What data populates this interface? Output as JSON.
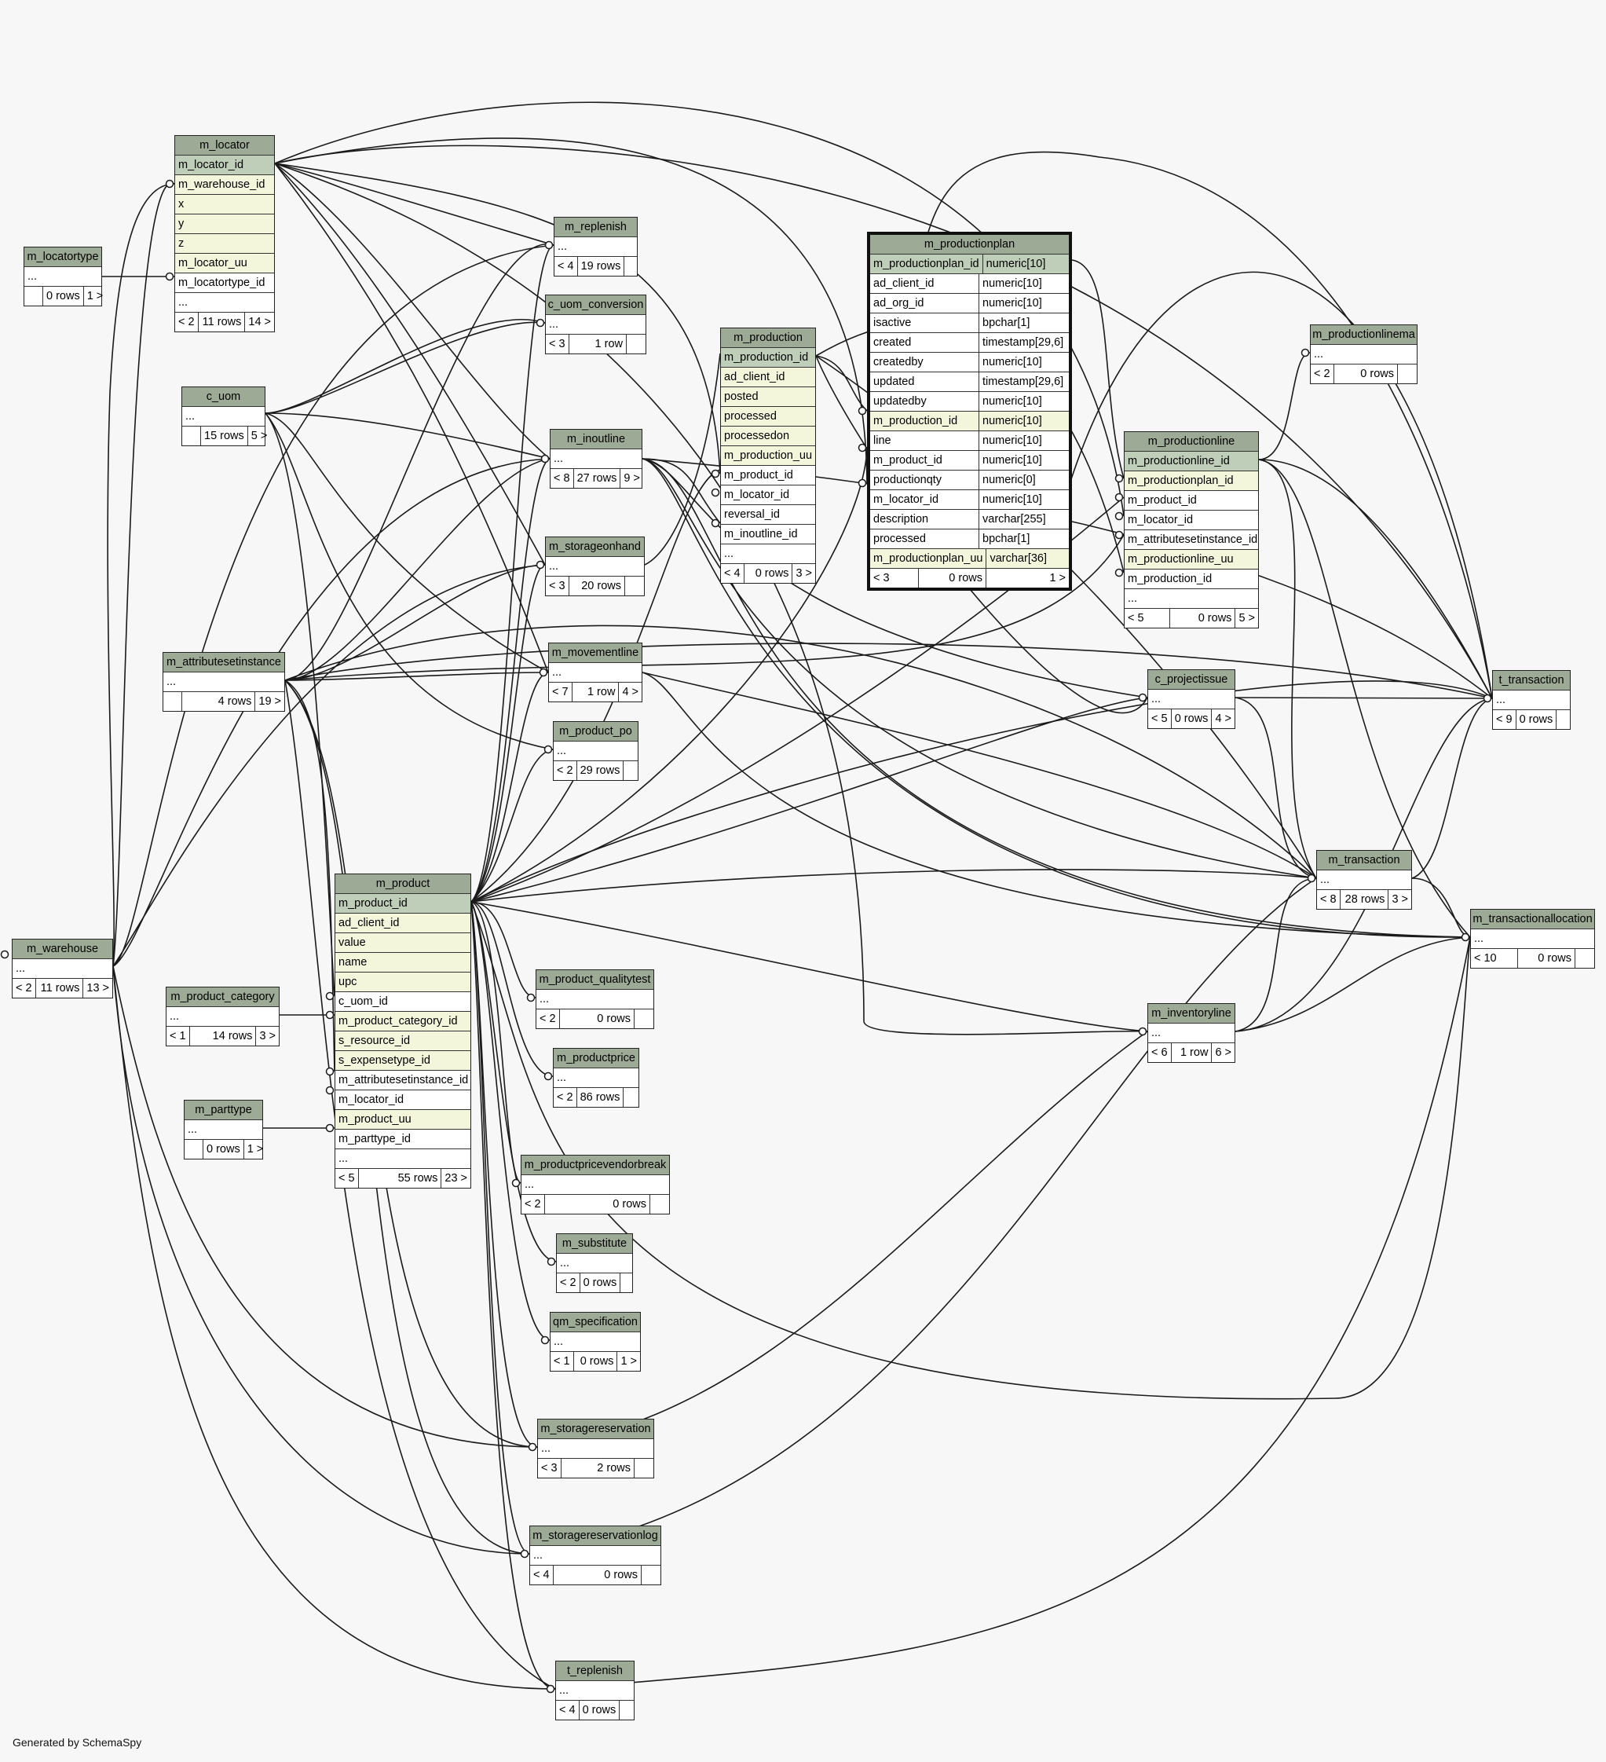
{
  "caption": "Generated by SchemaSpy",
  "tables": {
    "m_locatortype": {
      "name": "m_locatortype",
      "rows": [
        "..."
      ],
      "footer": [
        "",
        "0 rows",
        "1 >"
      ]
    },
    "m_locator": {
      "name": "m_locator",
      "rows": [
        "m_locator_id",
        "m_warehouse_id",
        "x",
        "y",
        "z",
        "m_locator_uu",
        "m_locatortype_id",
        "..."
      ],
      "footer": [
        "< 2",
        "11 rows",
        "14 >"
      ]
    },
    "c_uom": {
      "name": "c_uom",
      "rows": [
        "..."
      ],
      "footer": [
        "",
        "15 rows",
        "5 >"
      ]
    },
    "m_attributesetinstance": {
      "name": "m_attributesetinstance",
      "rows": [
        "..."
      ],
      "footer": [
        "",
        "4 rows",
        "19 >"
      ]
    },
    "m_warehouse": {
      "name": "m_warehouse",
      "rows": [
        "..."
      ],
      "footer": [
        "< 2",
        "11 rows",
        "13 >"
      ]
    },
    "m_product_category": {
      "name": "m_product_category",
      "rows": [
        "..."
      ],
      "footer": [
        "< 1",
        "14 rows",
        "3 >"
      ]
    },
    "m_parttype": {
      "name": "m_parttype",
      "rows": [
        "..."
      ],
      "footer": [
        "",
        "0 rows",
        "1 >"
      ]
    },
    "m_product": {
      "name": "m_product",
      "rows": [
        "m_product_id",
        "ad_client_id",
        "value",
        "name",
        "upc",
        "c_uom_id",
        "m_product_category_id",
        "s_resource_id",
        "s_expensetype_id",
        "m_attributesetinstance_id",
        "m_locator_id",
        "m_product_uu",
        "m_parttype_id",
        "..."
      ],
      "footer": [
        "< 5",
        "55 rows",
        "23 >"
      ]
    },
    "m_replenish": {
      "name": "m_replenish",
      "rows": [
        "..."
      ],
      "footer": [
        "< 4",
        "19 rows",
        ""
      ]
    },
    "c_uom_conversion": {
      "name": "c_uom_conversion",
      "rows": [
        "..."
      ],
      "footer": [
        "< 3",
        "1 row",
        ""
      ]
    },
    "m_inoutline": {
      "name": "m_inoutline",
      "rows": [
        "..."
      ],
      "footer": [
        "< 8",
        "27 rows",
        "9 >"
      ]
    },
    "m_storageonhand": {
      "name": "m_storageonhand",
      "rows": [
        "..."
      ],
      "footer": [
        "< 3",
        "20 rows",
        ""
      ]
    },
    "m_movementline": {
      "name": "m_movementline",
      "rows": [
        "..."
      ],
      "footer": [
        "< 7",
        "1 row",
        "4 >"
      ]
    },
    "m_product_po": {
      "name": "m_product_po",
      "rows": [
        "..."
      ],
      "footer": [
        "< 2",
        "29 rows",
        ""
      ]
    },
    "m_product_qualitytest": {
      "name": "m_product_qualitytest",
      "rows": [
        "..."
      ],
      "footer": [
        "< 2",
        "0 rows",
        ""
      ]
    },
    "m_productprice": {
      "name": "m_productprice",
      "rows": [
        "..."
      ],
      "footer": [
        "< 2",
        "86 rows",
        ""
      ]
    },
    "m_productpricevendorbreak": {
      "name": "m_productpricevendorbreak",
      "rows": [
        "..."
      ],
      "footer": [
        "< 2",
        "0 rows",
        ""
      ]
    },
    "m_substitute": {
      "name": "m_substitute",
      "rows": [
        "..."
      ],
      "footer": [
        "< 2",
        "0 rows",
        ""
      ]
    },
    "qm_specification": {
      "name": "qm_specification",
      "rows": [
        "..."
      ],
      "footer": [
        "< 1",
        "0 rows",
        "1 >"
      ]
    },
    "m_storagereservation": {
      "name": "m_storagereservation",
      "rows": [
        "..."
      ],
      "footer": [
        "< 3",
        "2 rows",
        ""
      ]
    },
    "m_storagereservationlog": {
      "name": "m_storagereservationlog",
      "rows": [
        "..."
      ],
      "footer": [
        "< 4",
        "0 rows",
        ""
      ]
    },
    "t_replenish": {
      "name": "t_replenish",
      "rows": [
        "..."
      ],
      "footer": [
        "< 4",
        "0 rows",
        ""
      ]
    },
    "m_production": {
      "name": "m_production",
      "rows": [
        "m_production_id",
        "ad_client_id",
        "posted",
        "processed",
        "processedon",
        "m_production_uu",
        "m_product_id",
        "m_locator_id",
        "reversal_id",
        "m_inoutline_id",
        "..."
      ],
      "footer": [
        "< 4",
        "0 rows",
        "3 >"
      ]
    },
    "m_productionplan": {
      "name": "m_productionplan",
      "rows": [
        "m_productionplan_id",
        "ad_client_id",
        "ad_org_id",
        "isactive",
        "created",
        "createdby",
        "updated",
        "updatedby",
        "m_production_id",
        "line",
        "m_product_id",
        "productionqty",
        "m_locator_id",
        "description",
        "processed",
        "m_productionplan_uu"
      ],
      "types": [
        "numeric[10]",
        "numeric[10]",
        "numeric[10]",
        "bpchar[1]",
        "timestamp[29,6]",
        "numeric[10]",
        "timestamp[29,6]",
        "numeric[10]",
        "numeric[10]",
        "numeric[10]",
        "numeric[10]",
        "numeric[0]",
        "numeric[10]",
        "varchar[255]",
        "bpchar[1]",
        "varchar[36]"
      ],
      "footer": [
        "< 3",
        "0 rows",
        "1 >"
      ]
    },
    "m_productionlinema": {
      "name": "m_productionlinema",
      "rows": [
        "..."
      ],
      "footer": [
        "< 2",
        "0 rows",
        ""
      ]
    },
    "m_productionline": {
      "name": "m_productionline",
      "rows": [
        "m_productionline_id",
        "m_productionplan_id",
        "m_product_id",
        "m_locator_id",
        "m_attributesetinstance_id",
        "m_productionline_uu",
        "m_production_id",
        "..."
      ],
      "footer": [
        "< 5",
        "0 rows",
        "5 >"
      ]
    },
    "c_projectissue": {
      "name": "c_projectissue",
      "rows": [
        "..."
      ],
      "footer": [
        "< 5",
        "0 rows",
        "4 >"
      ]
    },
    "t_transaction": {
      "name": "t_transaction",
      "rows": [
        "..."
      ],
      "footer": [
        "< 9",
        "0 rows",
        ""
      ]
    },
    "m_transaction": {
      "name": "m_transaction",
      "rows": [
        "..."
      ],
      "footer": [
        "< 8",
        "28 rows",
        "3 >"
      ]
    },
    "m_inventoryline": {
      "name": "m_inventoryline",
      "rows": [
        "..."
      ],
      "footer": [
        "< 6",
        "1 row",
        "6 >"
      ]
    },
    "m_transactionallocation": {
      "name": "m_transactionallocation",
      "rows": [
        "..."
      ],
      "footer": [
        "< 10",
        "0 rows",
        ""
      ]
    }
  }
}
